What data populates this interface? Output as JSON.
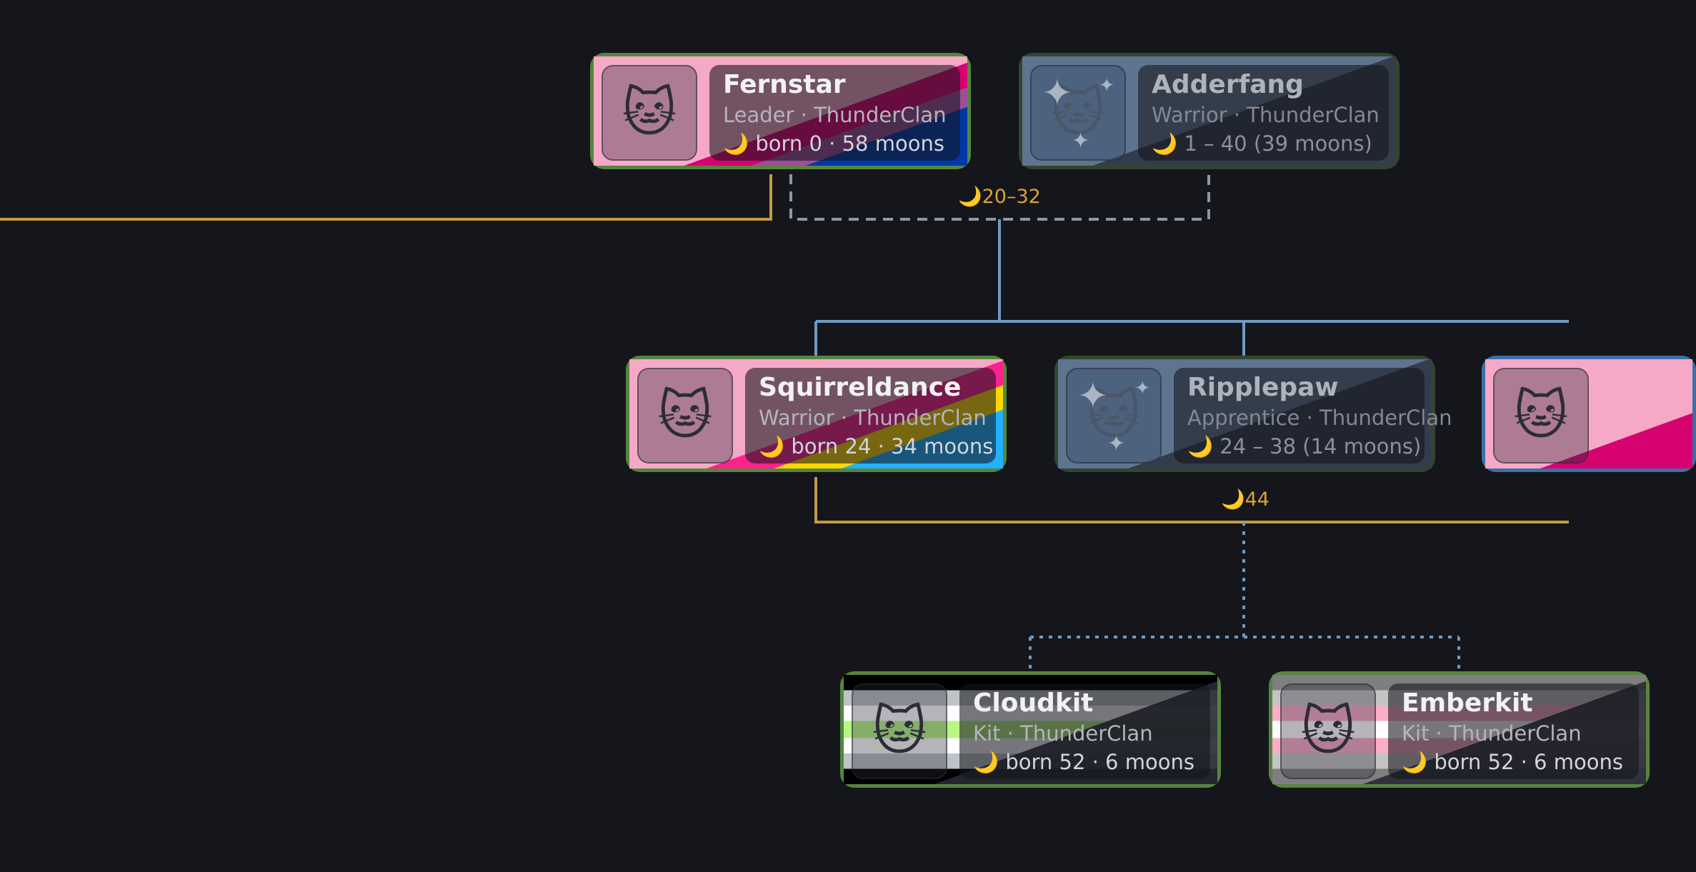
{
  "colors": {
    "accent_gold": "#c59a40",
    "partner_line": "#8f96a3",
    "child_line": "#6d9ac4",
    "border_alive": "#56853f",
    "background": "#15161b"
  },
  "icons": {
    "avatar": "cat-face-icon",
    "deceased": "sparkles-icon",
    "age": "crescent-moon-icon"
  },
  "edge_labels": {
    "fernstar_adderfang": "🌙20–32",
    "squirreldance_ripplepaw": "🌙44"
  },
  "cats": {
    "fernstar": {
      "name": "Fernstar",
      "role": "Leader · ThunderClan",
      "dates": "born 0 · 58 moons",
      "moon": "🌙",
      "avatar": "🐱",
      "flag": "bi"
    },
    "adderfang": {
      "name": "Adderfang",
      "role": "Warrior · ThunderClan",
      "dates": "1 – 40 (39 moons)",
      "moon": "🌙",
      "avatar": "🐱",
      "flag": "dead"
    },
    "squirreldance": {
      "name": "Squirreldance",
      "role": "Warrior · ThunderClan",
      "dates": "born 24 · 34 moons",
      "moon": "🌙",
      "avatar": "🐱",
      "flag": "pan"
    },
    "ripplepaw": {
      "name": "Ripplepaw",
      "role": "Apprentice · ThunderClan",
      "dates": "24 – 38 (14 moons)",
      "moon": "🌙",
      "avatar": "🐱",
      "flag": "dead"
    },
    "sibling": {
      "avatar": "🐱",
      "flag": "pink"
    },
    "cloudkit": {
      "name": "Cloudkit",
      "role": "Kit · ThunderClan",
      "dates": "born 52 · 6 moons",
      "moon": "🌙",
      "avatar": "🐱",
      "flag": "agender"
    },
    "emberkit": {
      "name": "Emberkit",
      "role": "Kit · ThunderClan",
      "dates": "born 52 · 6 moons",
      "moon": "🌙",
      "avatar": "🐱",
      "flag": "demigirl"
    }
  }
}
